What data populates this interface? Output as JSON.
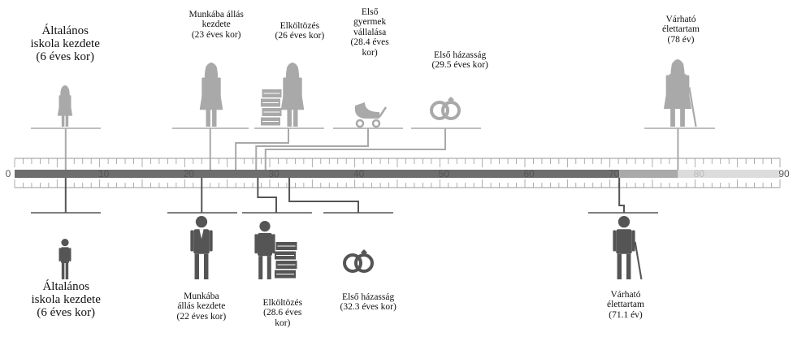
{
  "axis": {
    "min": 0,
    "max": 90,
    "labels": [
      "0",
      "10",
      "20",
      "30",
      "40",
      "50",
      "60",
      "70",
      "80",
      "90"
    ],
    "male_bar_end": 71.1,
    "female_bar_end": 78
  },
  "colors": {
    "female": "#a9a9a9",
    "male": "#555555",
    "female_bar": "#6e6e6e",
    "female_extension": "#dcdcdc",
    "ruler": "#9a9a9a"
  },
  "female_events": [
    {
      "id": "school",
      "age": 6,
      "lines": [
        "Általános",
        "iskola kezdete",
        "(6 éves kor)"
      ],
      "icon": "girl-icon"
    },
    {
      "id": "work",
      "age": 23,
      "lines": [
        "Munkába állás",
        "kezdete",
        "(23 éves kor)"
      ],
      "icon": "woman-worker-icon"
    },
    {
      "id": "move",
      "age": 26,
      "lines": [
        "Elköltözés",
        "(26 éves kor)"
      ],
      "icon": "woman-boxes-icon"
    },
    {
      "id": "child",
      "age": 28.4,
      "lines": [
        "Első",
        "gyermek",
        "vállalása",
        "(28.4 éves",
        "kor)"
      ],
      "icon": "stroller-icon"
    },
    {
      "id": "marriage",
      "age": 29.5,
      "lines": [
        "Első házasság",
        "(29.5 éves kor)"
      ],
      "icon": "rings-icon"
    },
    {
      "id": "life",
      "age": 78,
      "lines": [
        "Várható",
        "élettartam",
        "(78 év)"
      ],
      "icon": "old-woman-icon"
    }
  ],
  "male_events": [
    {
      "id": "school",
      "age": 6,
      "lines": [
        "Általános",
        "iskola kezdete",
        "(6 éves kor)"
      ],
      "icon": "boy-icon"
    },
    {
      "id": "work",
      "age": 22,
      "lines": [
        "Munkába",
        "állás kezdete",
        "(22 éves kor)"
      ],
      "icon": "man-worker-icon"
    },
    {
      "id": "move",
      "age": 28.6,
      "lines": [
        "Elköltözés",
        "(28.6 éves",
        "kor)"
      ],
      "icon": "man-boxes-icon"
    },
    {
      "id": "marriage",
      "age": 32.3,
      "lines": [
        "Első házasság",
        "(32.3 éves kor)"
      ],
      "icon": "rings-icon"
    },
    {
      "id": "life",
      "age": 71.1,
      "lines": [
        "Várható",
        "élettartam",
        "(71.1 év)"
      ],
      "icon": "old-man-icon"
    }
  ]
}
